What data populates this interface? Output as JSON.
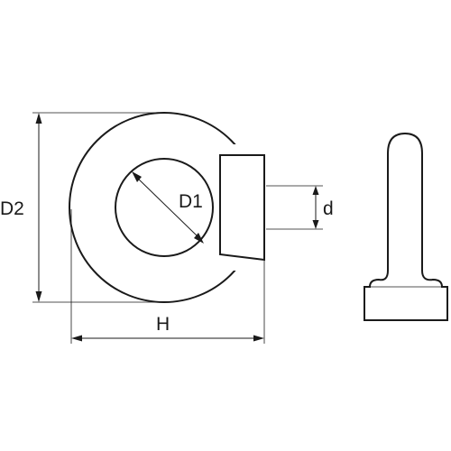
{
  "diagram": {
    "labels": {
      "d2": "D2",
      "d1": "D1",
      "d": "d",
      "h": "H"
    },
    "colors": {
      "line": "#1a1a1a",
      "background": "#ffffff"
    }
  }
}
